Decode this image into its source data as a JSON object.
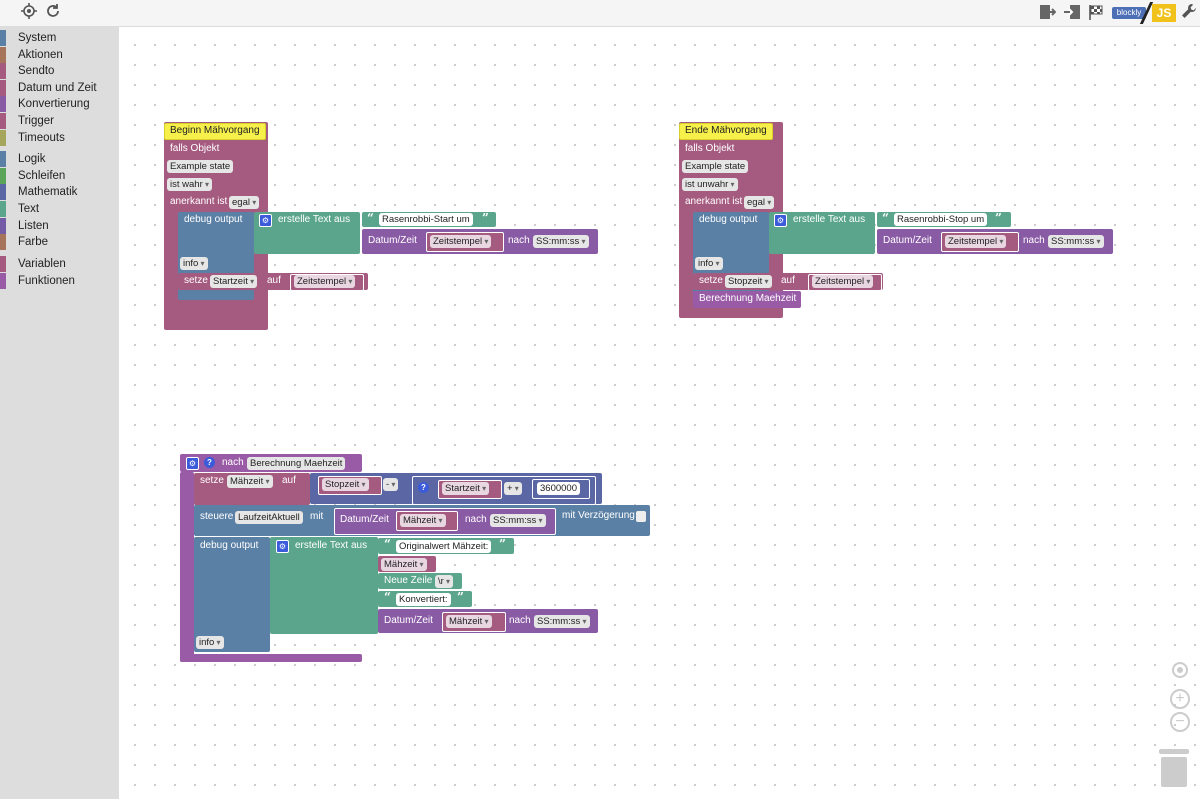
{
  "toolbar": {
    "left_icons": [
      "crosshair-icon",
      "refresh-icon"
    ],
    "right_icons": [
      "export-icon",
      "import-icon",
      "flag-icon"
    ],
    "logo_left": "blockly",
    "logo_right": "JS",
    "wrench_icon": "wrench-icon"
  },
  "sidebar": {
    "categories": [
      {
        "label": "System",
        "color": "#5b80a5"
      },
      {
        "label": "Aktionen",
        "color": "#a5745b"
      },
      {
        "label": "Sendto",
        "color": "#a55b80"
      },
      {
        "label": "Datum und Zeit",
        "color": "#a55b80"
      },
      {
        "label": "Konvertierung",
        "color": "#8a5ba5"
      },
      {
        "label": "Trigger",
        "color": "#a55b80"
      },
      {
        "label": "Timeouts",
        "color": "#a5a55b"
      },
      {
        "label": "Logik",
        "color": "#5b80a5"
      },
      {
        "label": "Schleifen",
        "color": "#5ba55b"
      },
      {
        "label": "Mathematik",
        "color": "#5b67a5"
      },
      {
        "label": "Text",
        "color": "#5ba58c"
      },
      {
        "label": "Listen",
        "color": "#745ba5"
      },
      {
        "label": "Farbe",
        "color": "#a5745b"
      },
      {
        "label": "Variablen",
        "color": "#a55b80"
      },
      {
        "label": "Funktionen",
        "color": "#995ba5"
      }
    ]
  },
  "colors": {
    "trigger": "#a55b80",
    "comment": "#f7f04a",
    "system": "#5b80a5",
    "text": "#5ba58c",
    "date": "#8a5ba5",
    "variable": "#a55b80",
    "math": "#5b67a5",
    "procedure": "#995ba5"
  },
  "block1": {
    "comment": "Beginn Mähvorgang",
    "falls_objekt": "falls Objekt",
    "object_id": "Example state",
    "condition": "ist wahr",
    "ack_label": "anerkannt ist",
    "ack_value": "egal",
    "debug_label": "debug output",
    "create_text": "erstelle Text aus",
    "text_value": "Rasenrobbi-Start um",
    "date_label": "Datum/Zeit",
    "date_var": "Zeitstempel",
    "nach": "nach",
    "format": "SS:mm:ss",
    "level": "info",
    "set_label": "setze",
    "set_var": "Startzeit",
    "set_to": "auf",
    "set_value": "Zeitstempel"
  },
  "block2": {
    "comment": "Ende Mähvorgang",
    "falls_objekt": "falls Objekt",
    "object_id": "Example state",
    "condition": "ist unwahr",
    "ack_label": "anerkannt ist",
    "ack_value": "egal",
    "debug_label": "debug output",
    "create_text": "erstelle Text aus",
    "text_value": "Rasenrobbi-Stop um",
    "date_label": "Datum/Zeit",
    "date_var": "Zeitstempel",
    "nach": "nach",
    "format": "SS:mm:ss",
    "level": "info",
    "set_label": "setze",
    "set_var": "Stopzeit",
    "set_to": "auf",
    "set_value": "Zeitstempel",
    "call": "Berechnung Maehzeit"
  },
  "block3": {
    "func_prefix": "nach",
    "func_name": "Berechnung Maehzeit",
    "set_label": "setze",
    "set_var": "Mähzeit",
    "set_to": "auf",
    "op1_var": "Stopzeit",
    "op1": "-",
    "op2_var": "Startzeit",
    "op2": "+",
    "number": "3600000",
    "control_label": "steuere",
    "control_target": "LaufzeitAktuell",
    "control_with": "mit",
    "date_label": "Datum/Zeit",
    "date_var": "Mähzeit",
    "nach": "nach",
    "format": "SS:mm:ss",
    "delay_label": "mit Verzögerung",
    "debug_label": "debug output",
    "create_text": "erstelle Text aus",
    "text1": "Originalwert Mähzeit:",
    "var1": "Mähzeit",
    "newline_label": "Neue Zeile",
    "newline_value": "\\r",
    "text2": "Konvertiert:",
    "date2_label": "Datum/Zeit",
    "date2_var": "Mähzeit",
    "nach2": "nach",
    "format2": "SS:mm:ss",
    "level": "info"
  },
  "workspace_controls": [
    "center-icon",
    "zoom-in-icon",
    "zoom-out-icon",
    "trash-icon"
  ]
}
